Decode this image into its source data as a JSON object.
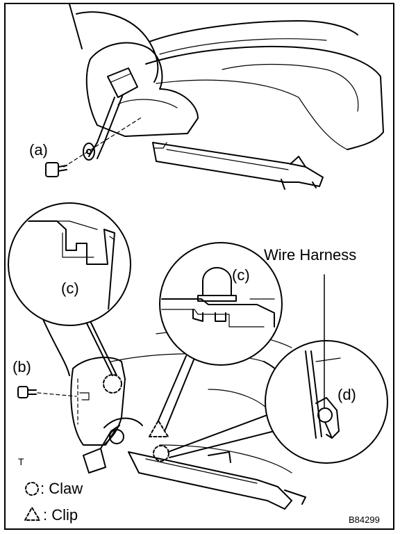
{
  "figure": {
    "callouts": {
      "a": "(a)",
      "b": "(b)",
      "c_left": "(c)",
      "c_right": "(c)",
      "d": "(d)"
    },
    "wire_harness": "Wire Harness",
    "marker_t": "T",
    "legend": {
      "claw": ": Claw",
      "clip": ": Clip"
    },
    "figure_id": "B84299"
  }
}
